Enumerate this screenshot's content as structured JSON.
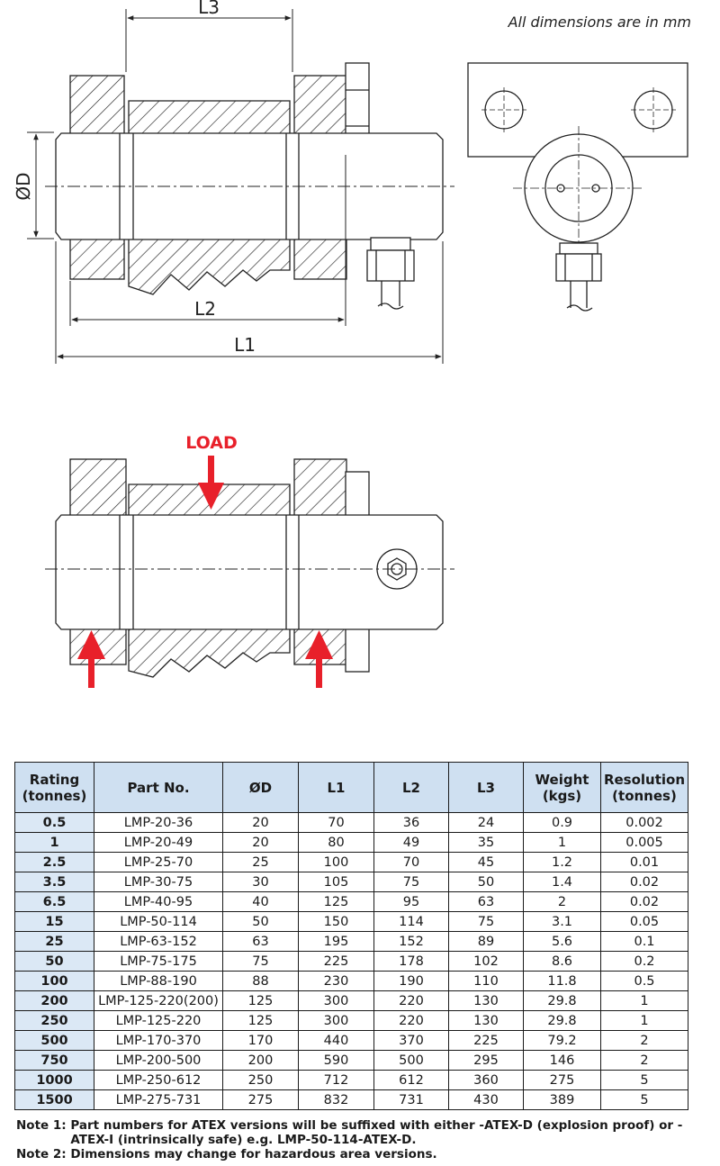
{
  "units_note": "All dimensions are in mm",
  "dims": {
    "l3": "L3",
    "dia": "ØD",
    "l2": "L2",
    "l1": "L1"
  },
  "load_label": "LOAD",
  "colors": {
    "table_header": "#cfe0f1",
    "rating_cell": "#dbe8f5",
    "load_arrow": "#e8202a"
  },
  "table": {
    "headers": [
      "Rating (tonnes)",
      "Part No.",
      "ØD",
      "L1",
      "L2",
      "L3",
      "Weight (kgs)",
      "Resolution (tonnes)"
    ],
    "rows": [
      [
        "0.5",
        "LMP-20-36",
        "20",
        "70",
        "36",
        "24",
        "0.9",
        "0.002"
      ],
      [
        "1",
        "LMP-20-49",
        "20",
        "80",
        "49",
        "35",
        "1",
        "0.005"
      ],
      [
        "2.5",
        "LMP-25-70",
        "25",
        "100",
        "70",
        "45",
        "1.2",
        "0.01"
      ],
      [
        "3.5",
        "LMP-30-75",
        "30",
        "105",
        "75",
        "50",
        "1.4",
        "0.02"
      ],
      [
        "6.5",
        "LMP-40-95",
        "40",
        "125",
        "95",
        "63",
        "2",
        "0.02"
      ],
      [
        "15",
        "LMP-50-114",
        "50",
        "150",
        "114",
        "75",
        "3.1",
        "0.05"
      ],
      [
        "25",
        "LMP-63-152",
        "63",
        "195",
        "152",
        "89",
        "5.6",
        "0.1"
      ],
      [
        "50",
        "LMP-75-175",
        "75",
        "225",
        "178",
        "102",
        "8.6",
        "0.2"
      ],
      [
        "100",
        "LMP-88-190",
        "88",
        "230",
        "190",
        "110",
        "11.8",
        "0.5"
      ],
      [
        "200",
        "LMP-125-220(200)",
        "125",
        "300",
        "220",
        "130",
        "29.8",
        "1"
      ],
      [
        "250",
        "LMP-125-220",
        "125",
        "300",
        "220",
        "130",
        "29.8",
        "1"
      ],
      [
        "500",
        "LMP-170-370",
        "170",
        "440",
        "370",
        "225",
        "79.2",
        "2"
      ],
      [
        "750",
        "LMP-200-500",
        "200",
        "590",
        "500",
        "295",
        "146",
        "2"
      ],
      [
        "1000",
        "LMP-250-612",
        "250",
        "712",
        "612",
        "360",
        "275",
        "5"
      ],
      [
        "1500",
        "LMP-275-731",
        "275",
        "832",
        "731",
        "430",
        "389",
        "5"
      ]
    ]
  },
  "notes": [
    {
      "label": "Note 1: ",
      "text": "Part numbers for ATEX versions will be suffixed with either -ATEX-D (explosion proof) or -ATEX-I (intrinsically safe) e.g. LMP-50-114-ATEX-D."
    },
    {
      "label": "Note 2: ",
      "text": "Dimensions may change for hazardous area versions."
    }
  ]
}
